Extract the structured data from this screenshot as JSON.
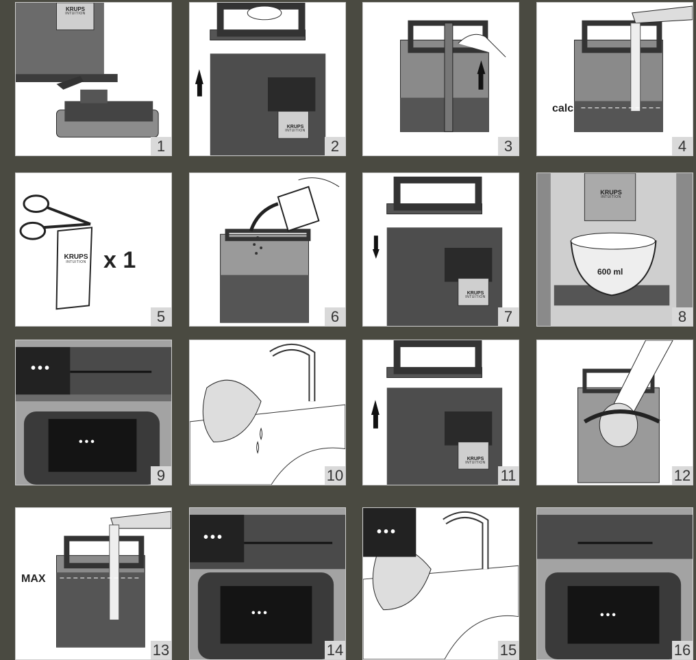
{
  "steps": [
    {
      "number": "1"
    },
    {
      "number": "2"
    },
    {
      "number": "3"
    },
    {
      "number": "4"
    },
    {
      "number": "5"
    },
    {
      "number": "6"
    },
    {
      "number": "7"
    },
    {
      "number": "8"
    },
    {
      "number": "9"
    },
    {
      "number": "10"
    },
    {
      "number": "11"
    },
    {
      "number": "12"
    },
    {
      "number": "13"
    },
    {
      "number": "14"
    },
    {
      "number": "15"
    },
    {
      "number": "16"
    }
  ],
  "labels": {
    "calc": "calc",
    "quantity": "x 1",
    "volume": "600 ml",
    "max": "MAX",
    "ellipsis": "•••"
  },
  "brand": {
    "name": "KRUPS",
    "sub": "INTUITION"
  },
  "colors": {
    "background": "#4a4a41",
    "panel": "#ffffff",
    "number_box": "#d9d9d9",
    "machine_dark": "#3a3a3a",
    "water": "#5a5a5a"
  }
}
